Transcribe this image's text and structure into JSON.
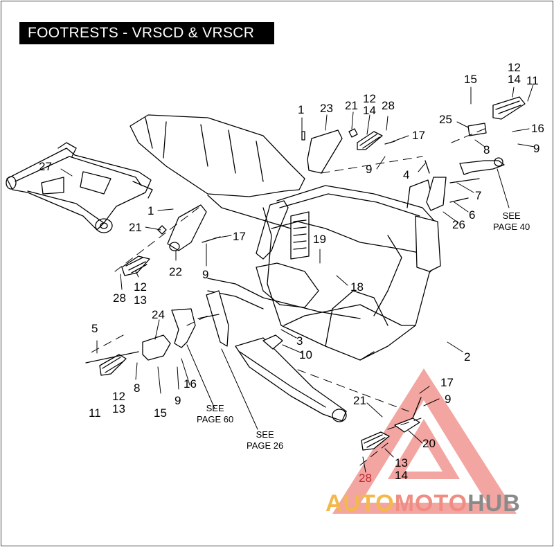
{
  "title": "FOOTRESTS - VRSCD & VRSCR",
  "callouts": {
    "c1a": "1",
    "c23": "23",
    "c21a": "21",
    "c12a": "12",
    "c14a": "14",
    "c28a": "28",
    "c17a": "17",
    "c9a": "9",
    "c4": "4",
    "c15a": "15",
    "c12b": "12",
    "c14b": "14",
    "c11a": "11",
    "c25": "25",
    "c16a": "16",
    "c8a": "8",
    "c9b": "9",
    "c7": "7",
    "c6": "6",
    "c26": "26",
    "c27": "27",
    "c1b": "1",
    "c21b": "21",
    "c17b": "17",
    "c22": "22",
    "c9c": "9",
    "c19": "19",
    "c18": "18",
    "c12c": "12",
    "c13a": "13",
    "c28b": "28",
    "c24": "24",
    "c5": "5",
    "c3": "3",
    "c10": "10",
    "c2": "2",
    "c16b": "16",
    "c9d": "9",
    "c15b": "15",
    "c8b": "8",
    "c12d": "12",
    "c13b": "13",
    "c11b": "11",
    "c17c": "17",
    "c9e": "9",
    "c21c": "21",
    "c20": "20",
    "c13c": "13",
    "c14c": "14",
    "c28c": "28"
  },
  "references": {
    "see40": {
      "line1": "SEE",
      "line2": "PAGE 40"
    },
    "see60": {
      "line1": "SEE",
      "line2": "PAGE 60"
    },
    "see26": {
      "line1": "SEE",
      "line2": "PAGE 26"
    }
  },
  "watermark": {
    "word1": "AUTO",
    "word2": "MOTO",
    "word3": "HUB",
    "colors": {
      "word1": "#f3b94a",
      "word2": "#f08d82",
      "word3": "#8a8a8a",
      "triangle": "#e98b87"
    }
  }
}
